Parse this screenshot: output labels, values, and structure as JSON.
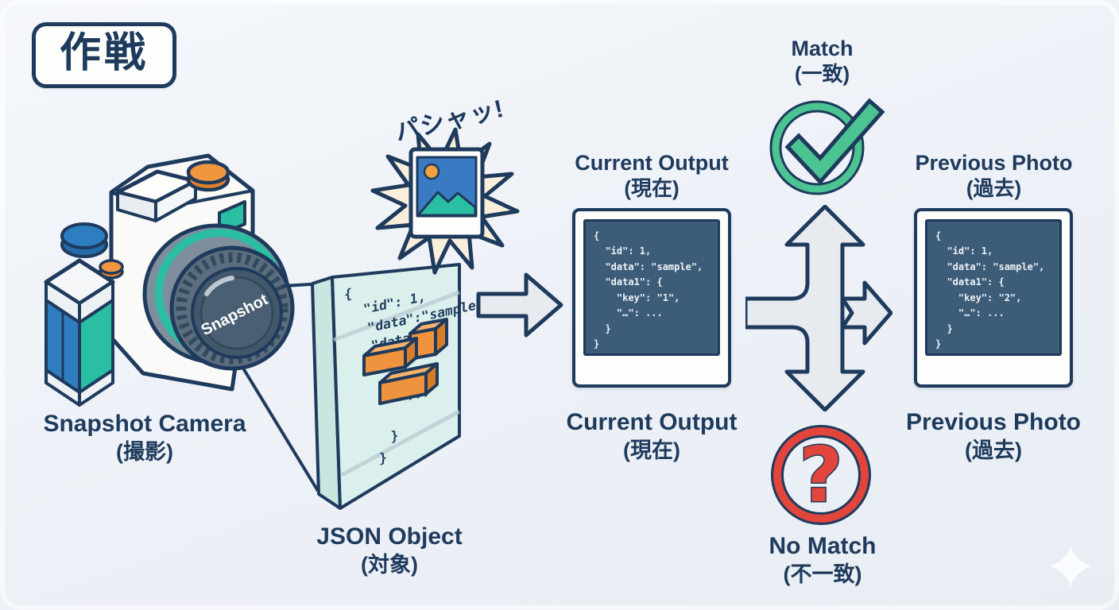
{
  "badge": {
    "label": "作戦"
  },
  "shutter": {
    "sound_text": "パシャッ!"
  },
  "camera": {
    "caption_en": "Snapshot Camera",
    "caption_ja": "(撮影)",
    "lens_text": "Snapshot"
  },
  "json_object": {
    "caption_en": "JSON Object",
    "caption_ja": "(対象)",
    "panel_lines": [
      "{",
      "  \"id\": 1,",
      "  \"data\":\"sample\"",
      "  \"data\": {",
      "",
      "",
      "     ...",
      "",
      "  }",
      "}"
    ]
  },
  "current_output": {
    "title_en": "Current Output",
    "title_ja": "(現在)",
    "caption_en": "Current Output",
    "caption_ja": "(現在)",
    "code_lines": [
      "{",
      "  \"id\": 1,",
      "  \"data\": \"sample\",",
      "  \"data1\": {",
      "    \"key\": \"1\",",
      "    \"…\": ...",
      "  }",
      "}"
    ]
  },
  "previous_photo": {
    "title_en": "Previous Photo",
    "title_ja": "(過去)",
    "caption_en": "Previous Photo",
    "caption_ja": "(過去)",
    "code_lines": [
      "{",
      "  \"id\": 1,",
      "  \"data\": \"sample\",",
      "  \"data1\": {",
      "    \"key\": \"2\",",
      "    \"…\": ...",
      "  }",
      "}"
    ]
  },
  "match": {
    "label_en": "Match",
    "label_ja": "(一致)"
  },
  "no_match": {
    "label_en": "No Match",
    "label_ja": "(不一致)"
  },
  "colors": {
    "navy_outline": "#1e3a5c",
    "teal": "#2abfa3",
    "blue": "#2e7dc1",
    "orange": "#f2953f",
    "match_green": "#4cc492",
    "no_match_red": "#e2453c",
    "code_background": "#3d5c78",
    "arrow_fill": "#e7eaee",
    "starburst_fill": "#f9efdb",
    "glass_fill": "#d9efeb"
  }
}
